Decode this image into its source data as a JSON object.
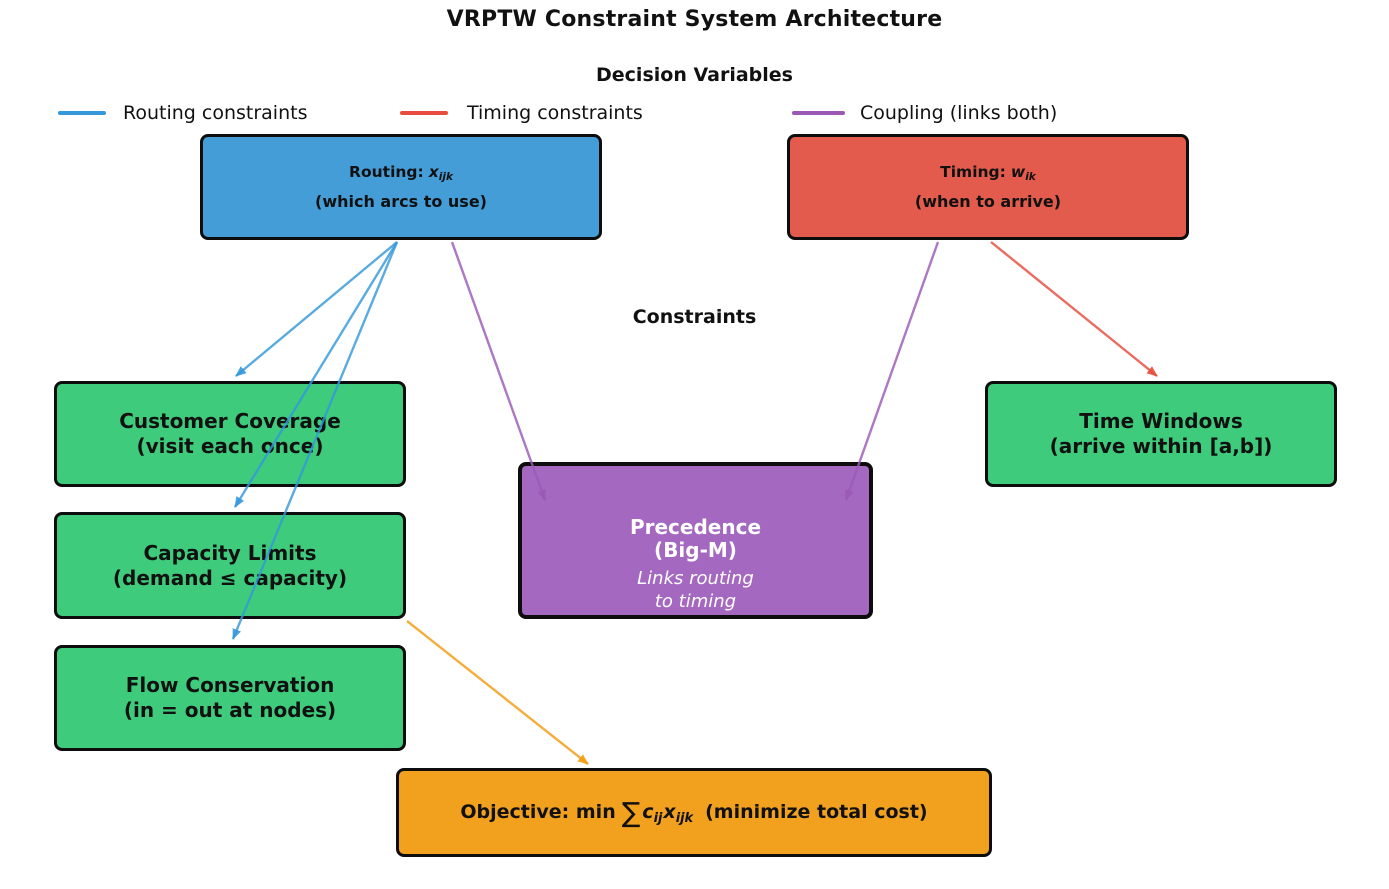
{
  "title": "VRPTW Constraint System Architecture",
  "sections": {
    "decision_variables": "Decision Variables",
    "constraints": "Constraints"
  },
  "legend": [
    {
      "id": "routing",
      "label": "Routing constraints",
      "color": "#3498db"
    },
    {
      "id": "timing",
      "label": "Timing constraints",
      "color": "#e74c3c"
    },
    {
      "id": "coupling",
      "label": "Coupling (links both)",
      "color": "#9b59b6"
    }
  ],
  "nodes": {
    "routing": {
      "label_prefix": "Routing:",
      "variable": "x",
      "subscript": "ijk",
      "subtitle": "(which arcs to use)",
      "fill": "#459dd8"
    },
    "timing": {
      "label_prefix": "Timing:",
      "variable": "w",
      "subscript": "ik",
      "subtitle": "(when to arrive)",
      "fill": "#e25b4c"
    },
    "customer_coverage": {
      "title": "Customer Coverage",
      "subtitle": "(visit each once)",
      "fill": "#3fcb7c"
    },
    "capacity_limits": {
      "title": "Capacity Limits",
      "subtitle": "(demand ≤ capacity)",
      "fill": "#3fcb7c"
    },
    "flow_conservation": {
      "title": "Flow Conservation",
      "subtitle": "(in = out at nodes)",
      "fill": "#3fcb7c"
    },
    "time_windows": {
      "title": "Time Windows",
      "subtitle": "(arrive within [a,b])",
      "fill": "#3fcb7c"
    },
    "precedence": {
      "title": "Precedence",
      "subtitle": "(Big-M)",
      "note_line1": "Links routing",
      "note_line2": "to timing",
      "fill": "#a468c0"
    },
    "objective": {
      "prefix": "Objective: min",
      "sum_symbol": "∑",
      "cost_var": "c",
      "cost_sub": "ij",
      "decision_var": "x",
      "decision_sub": "ijk",
      "suffix": "(minimize total cost)",
      "fill": "#f2a11e"
    }
  },
  "edges": [
    {
      "from": "routing",
      "to": "customer_coverage",
      "type": "routing"
    },
    {
      "from": "routing",
      "to": "capacity_limits",
      "type": "routing"
    },
    {
      "from": "routing",
      "to": "flow_conservation",
      "type": "routing"
    },
    {
      "from": "routing",
      "to": "precedence",
      "type": "coupling"
    },
    {
      "from": "timing",
      "to": "precedence",
      "type": "coupling"
    },
    {
      "from": "timing",
      "to": "time_windows",
      "type": "timing"
    },
    {
      "from": "capacity_limits",
      "to": "objective",
      "type": "objective"
    }
  ]
}
